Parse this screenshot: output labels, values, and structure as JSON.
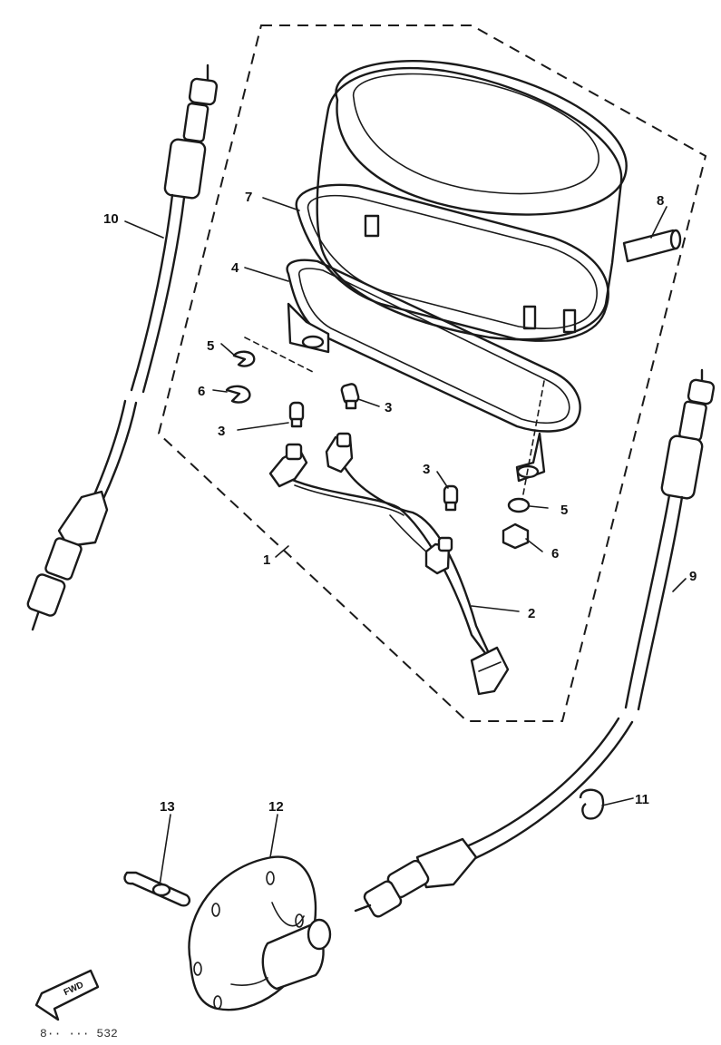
{
  "callouts": {
    "c1": "1",
    "c2": "2",
    "c3a": "3",
    "c3b": "3",
    "c3c": "3",
    "c4": "4",
    "c5a": "5",
    "c5b": "5",
    "c6a": "6",
    "c6b": "6",
    "c7": "7",
    "c8": "8",
    "c9": "9",
    "c10": "10",
    "c11": "11",
    "c12": "12",
    "c13": "13"
  },
  "fwd_label": "FWD",
  "diagram_code": "8·· ··· 532"
}
